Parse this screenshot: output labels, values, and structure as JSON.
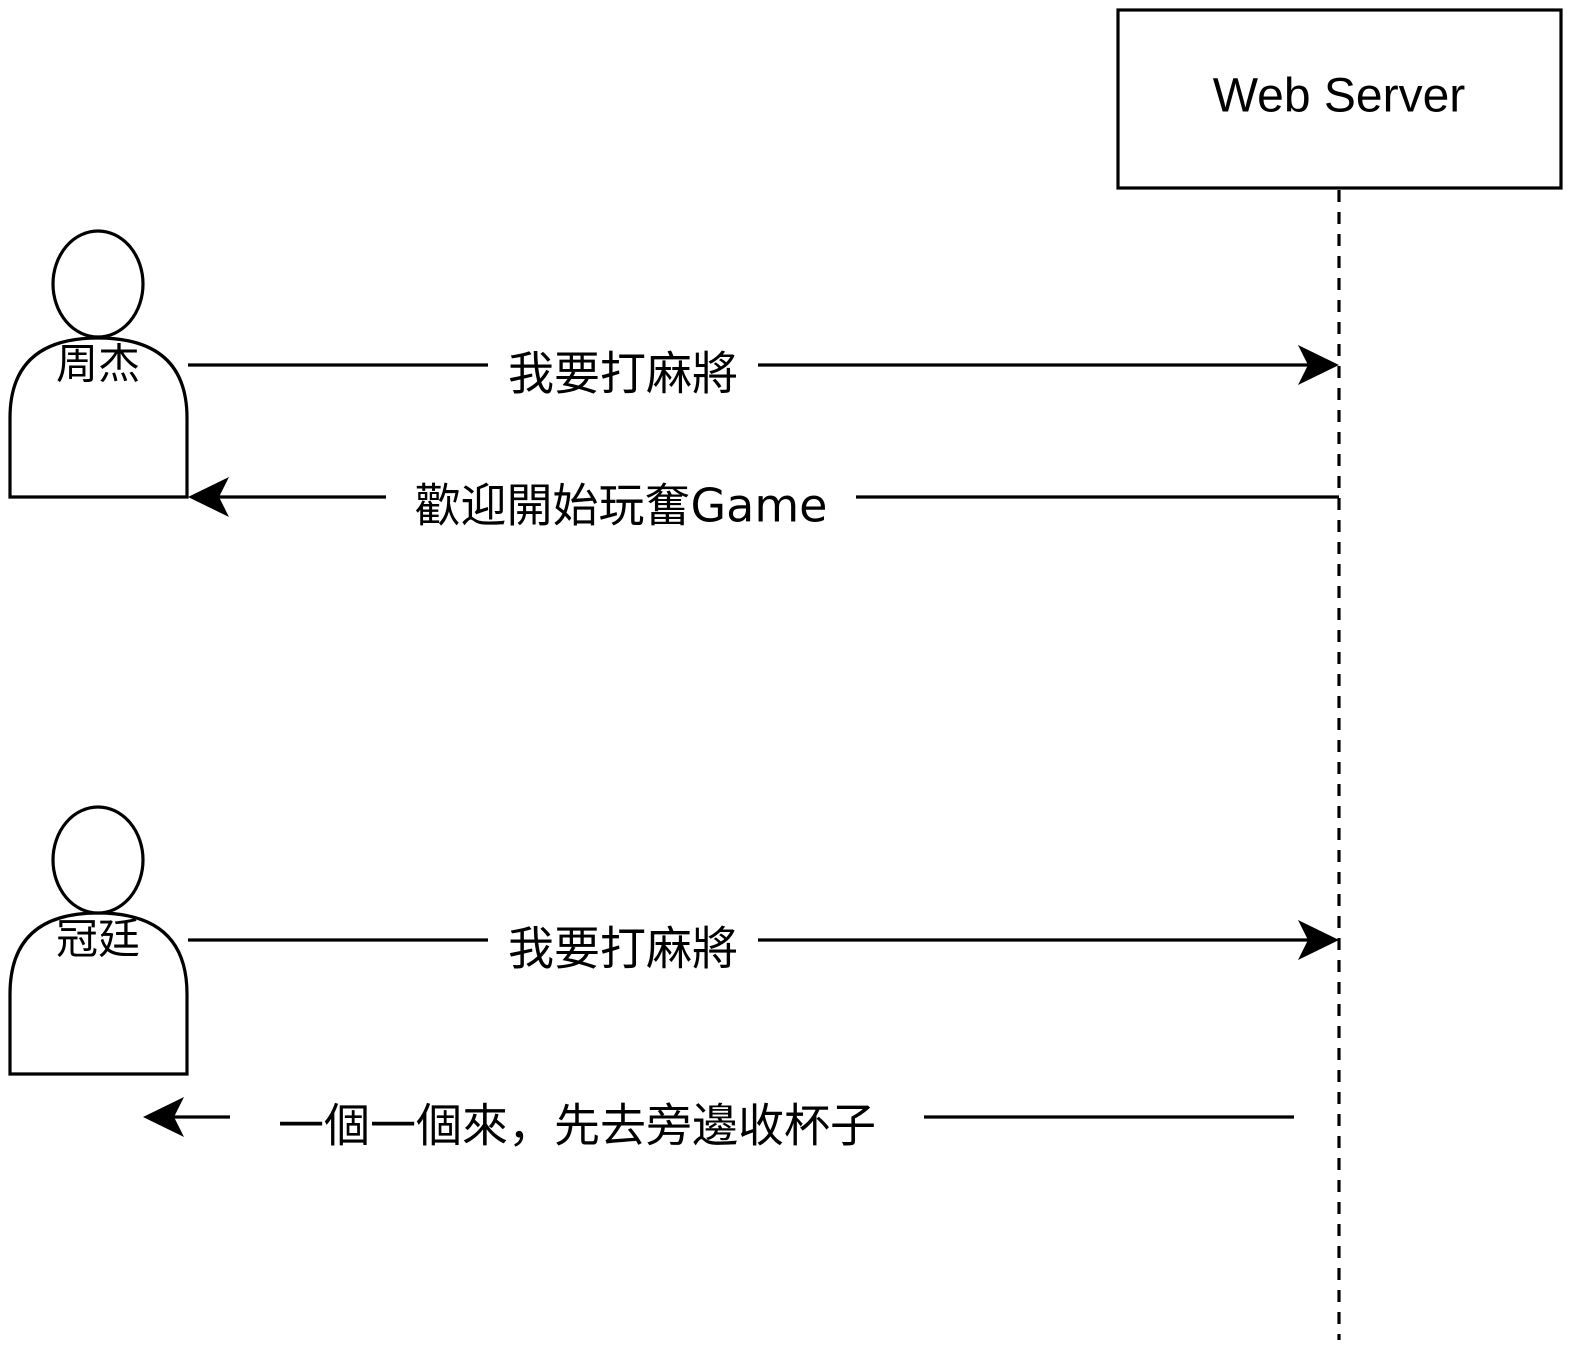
{
  "participants": {
    "server": {
      "label": "Web Server"
    },
    "actors": [
      {
        "label": "周杰"
      },
      {
        "label": "冠廷"
      }
    ]
  },
  "messages": [
    {
      "text": "我要打麻將",
      "from": "周杰",
      "to": "Web Server",
      "direction": "right"
    },
    {
      "text": "歡迎開始玩奮Game",
      "from": "Web Server",
      "to": "周杰",
      "direction": "left"
    },
    {
      "text": "我要打麻將",
      "from": "冠廷",
      "to": "Web Server",
      "direction": "right"
    },
    {
      "text": "一個一個來，先去旁邊收杯子",
      "from": "Web Server",
      "to": "冠廷",
      "direction": "left"
    }
  ],
  "colors": {
    "stroke": "#000000",
    "fill": "#ffffff"
  }
}
